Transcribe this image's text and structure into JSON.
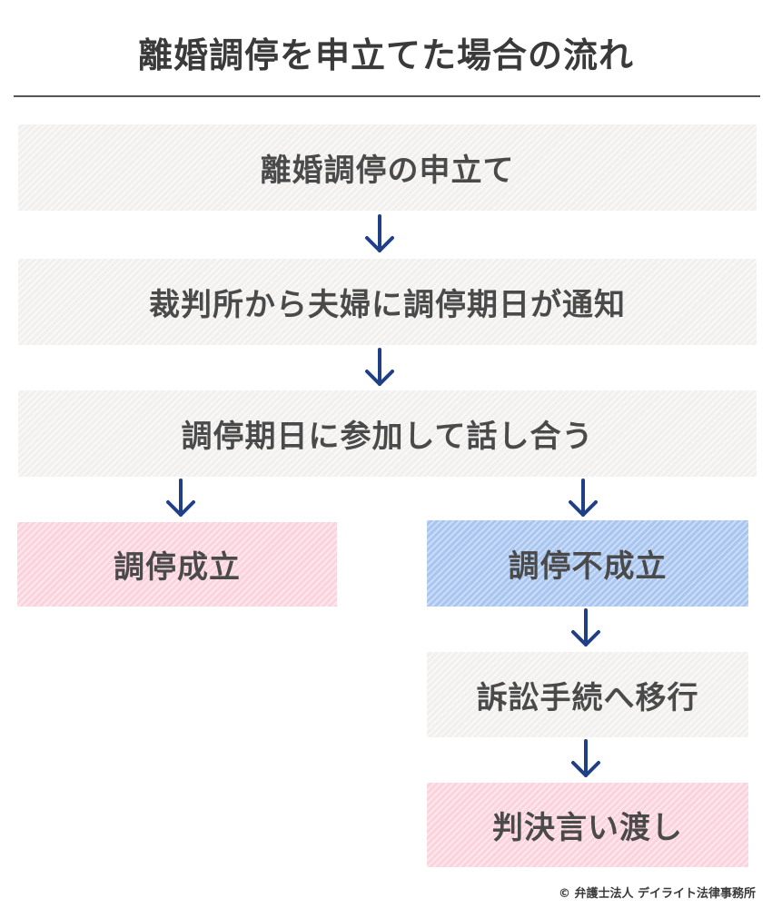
{
  "title": "離婚調停を申立てた場合の流れ",
  "steps": {
    "apply": "離婚調停の申立て",
    "notify": "裁判所から夫婦に調停期日が通知",
    "meet": "調停期日に参加して話し合う",
    "success": "調停成立",
    "failure": "調停不成立",
    "litigation": "訴訟手続へ移行",
    "verdict": "判決言い渡し"
  },
  "credit": "© 弁護士法人 デイライト法律事務所",
  "colors": {
    "arrow": "#1f3f86",
    "gray_box": "#f1f0ee",
    "pink_box": "#fbd3de",
    "blue_box": "#a9c6f0",
    "text": "#4a4a4a"
  }
}
